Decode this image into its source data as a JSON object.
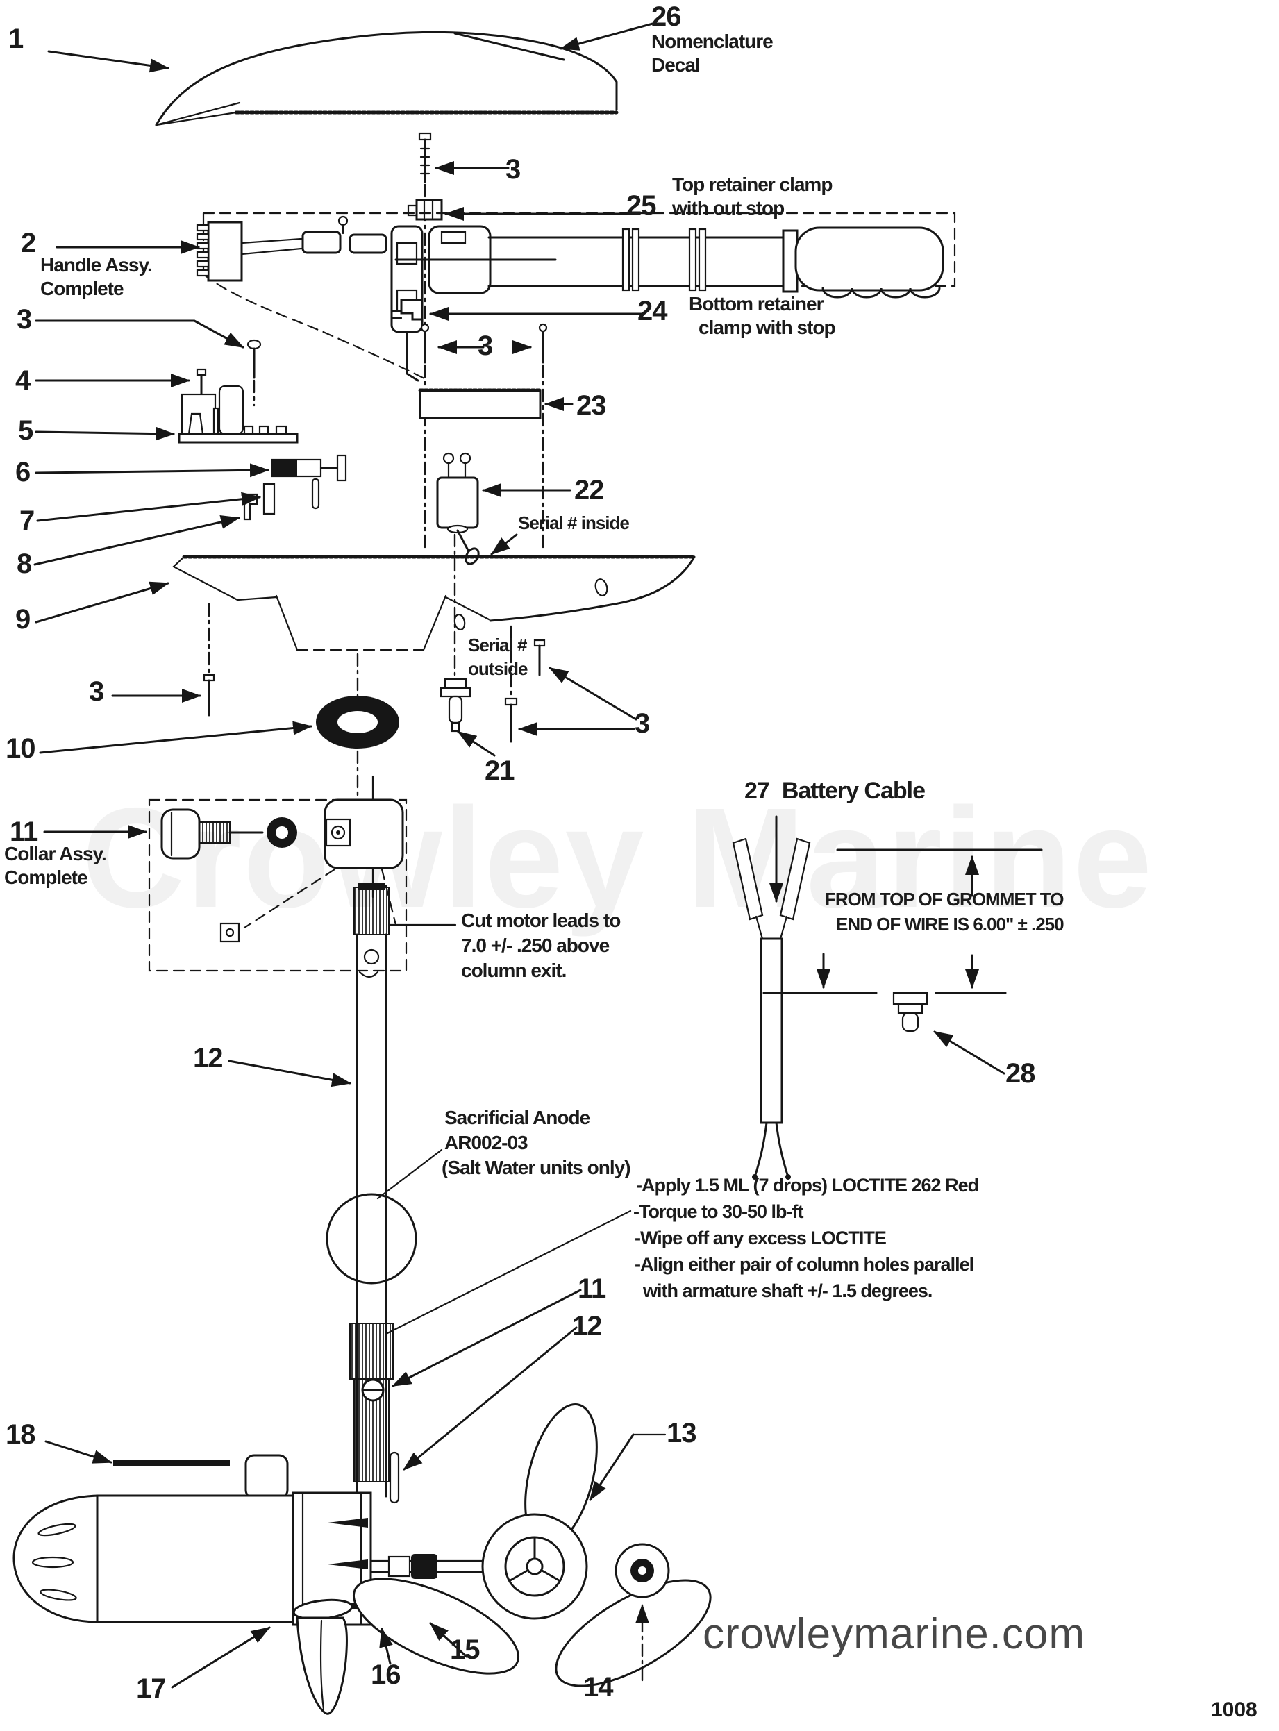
{
  "watermark": "Crowley Marine",
  "site_footer": "crowleymarine.com",
  "page_number": "1008",
  "parts": {
    "p1": "1",
    "p2": "2",
    "p3_top": "3",
    "p3_handle": "3",
    "p3_pair": "3",
    "p3_housing": "3",
    "p3_serial": "3",
    "p4": "4",
    "p5": "5",
    "p6": "6",
    "p7": "7",
    "p8": "8",
    "p9": "9",
    "p10": "10",
    "p11_collar": "11",
    "p11_column": "11",
    "p12_column": "12",
    "p12_motor": "12",
    "p13": "13",
    "p14": "14",
    "p15": "15",
    "p16": "16",
    "p17": "17",
    "p18": "18",
    "p21": "21",
    "p22": "22",
    "p23": "23",
    "p24": "24",
    "p25": "25",
    "p26": "26",
    "p27": "27",
    "p28": "28"
  },
  "notes": {
    "nomenclature_line1": "Nomenclature",
    "nomenclature_line2": "Decal",
    "top_retainer_line1": "Top retainer clamp",
    "top_retainer_line2": "with out stop",
    "handle_line1": "Handle Assy.",
    "handle_line2": "Complete",
    "bottom_retainer_line1": "Bottom retainer",
    "bottom_retainer_line2": "clamp with stop",
    "serial_inside": "Serial # inside",
    "serial_outside_line1": "Serial #",
    "serial_outside_line2": "outside",
    "collar_line1": "Collar Assy.",
    "collar_line2": "Complete",
    "battery_cable": "Battery Cable",
    "cut_leads_line1": "Cut motor leads to",
    "cut_leads_line2": "7.0 +/- .250 above",
    "cut_leads_line3": "column exit.",
    "grommet_line1": "FROM TOP OF GROMMET TO",
    "grommet_line2": "END OF WIRE IS 6.00\" ± .250",
    "anode_line1": "Sacrificial Anode",
    "anode_line2": "AR002-03",
    "anode_line3": "(Salt Water units only)",
    "loctite_line1": "-Apply 1.5 ML (7 drops) LOCTITE 262 Red",
    "loctite_line2": "-Torque to 30-50 lb-ft",
    "loctite_line3": "-Wipe off any excess LOCTITE",
    "loctite_line4": "-Align either pair of column holes parallel",
    "loctite_line5": "with armature shaft +/- 1.5 degrees."
  }
}
